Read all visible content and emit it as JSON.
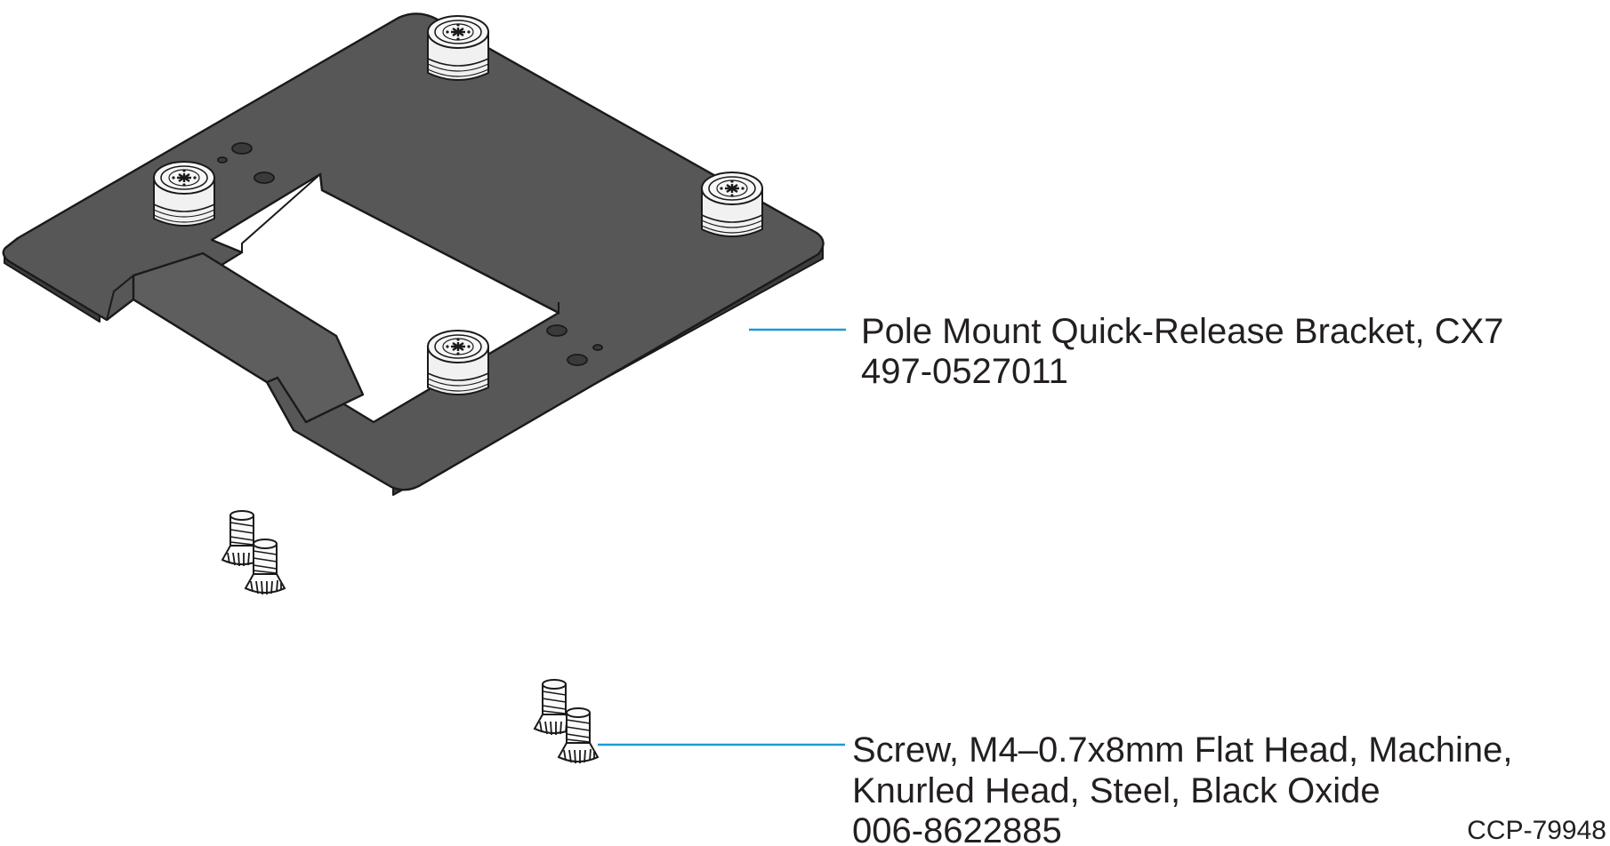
{
  "colors": {
    "bracket_fill": "#575757",
    "bracket_edge": "#1a1a1a",
    "leader_line": "#1e9ad6",
    "text": "#231f20",
    "knob_fill": "#f1f1f1"
  },
  "callouts": [
    {
      "description": "Pole Mount Quick-Release Bracket, CX7",
      "part_number": "497-0527011"
    },
    {
      "description_line1": "Screw, M4–0.7x8mm Flat Head, Machine,",
      "description_line2": "Knurled Head, Steel, Black Oxide",
      "part_number": "006-8622885"
    }
  ],
  "figure_code": "CCP-79948",
  "icons": {
    "knob": "knurled-thumb-screw-icon",
    "screw": "flat-head-screw-icon"
  }
}
